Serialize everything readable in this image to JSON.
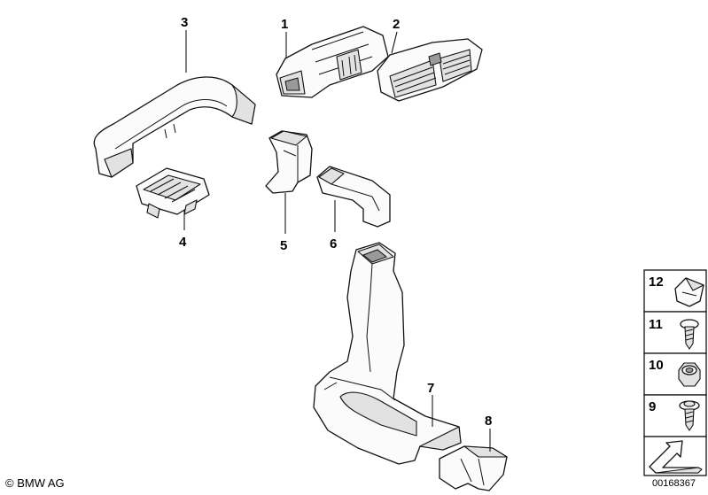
{
  "callouts": {
    "c1": "1",
    "c2": "2",
    "c3": "3",
    "c4": "4",
    "c5": "5",
    "c6": "6",
    "c7": "7",
    "c8": "8"
  },
  "legend": {
    "l12": "12",
    "l11": "11",
    "l10": "10",
    "l9": "9"
  },
  "footer": {
    "copyright": "© BMW AG",
    "diagram_id": "00168367"
  }
}
